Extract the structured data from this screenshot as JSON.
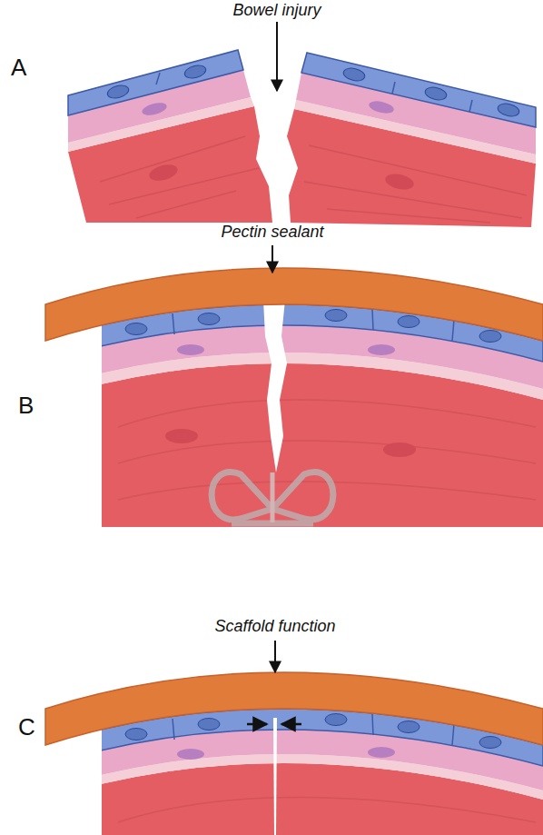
{
  "diagram": {
    "labels": [
      "Bowel injury",
      "A",
      "Pectin sealant",
      "B",
      "Scaffold function",
      "C"
    ]
  }
}
